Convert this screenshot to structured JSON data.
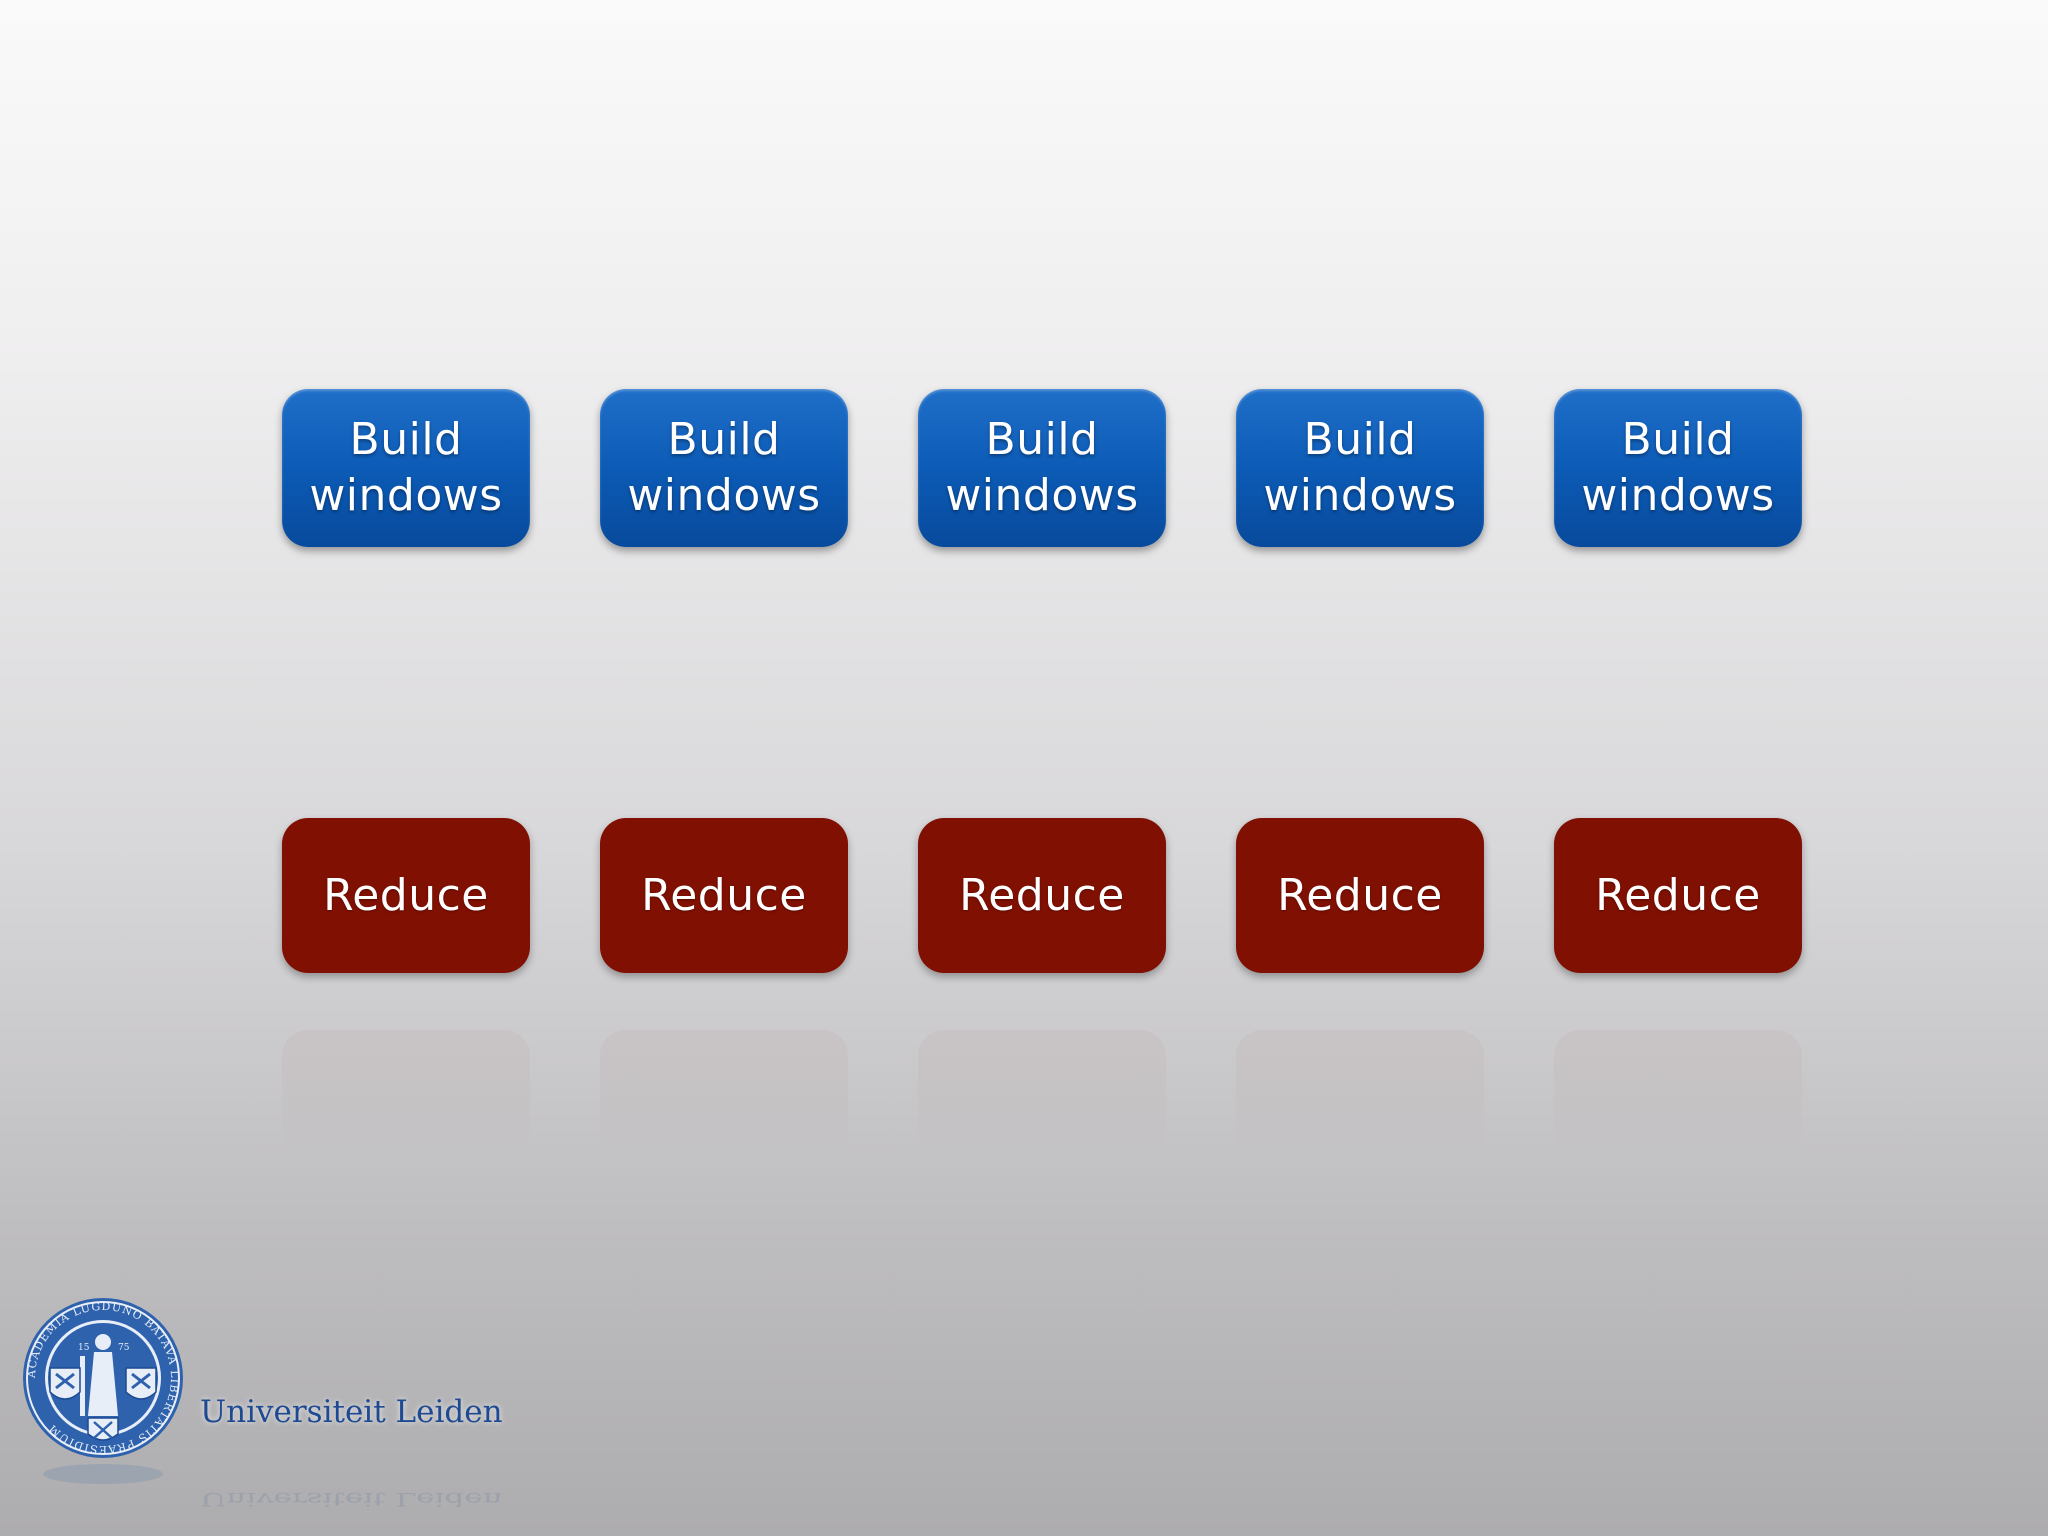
{
  "build_row": [
    {
      "label": "Build\nwindows"
    },
    {
      "label": "Build\nwindows"
    },
    {
      "label": "Build\nwindows"
    },
    {
      "label": "Build\nwindows"
    },
    {
      "label": "Build\nwindows"
    }
  ],
  "reduce_row": [
    {
      "label": "Reduce"
    },
    {
      "label": "Reduce"
    },
    {
      "label": "Reduce"
    },
    {
      "label": "Reduce"
    },
    {
      "label": "Reduce"
    }
  ],
  "logo": {
    "name": "Universiteit Leiden",
    "seal_text": "ACADEMIA LUGDUNO BATAVA LIBERTATIS PRAESIDIUM"
  },
  "colors": {
    "build_box": "#0c5bb6",
    "reduce_box": "#801002",
    "logo_blue": "#1d4a93"
  }
}
